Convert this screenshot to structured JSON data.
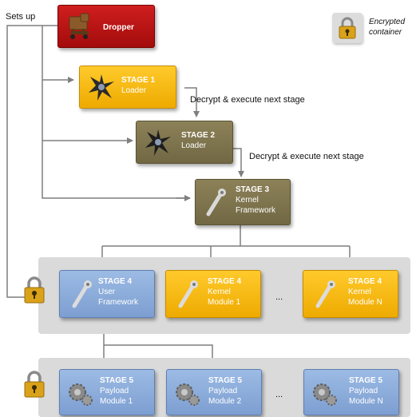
{
  "sets_up": "Sets up",
  "dropper": {
    "title": "Dropper"
  },
  "legend": {
    "line1": "Encrypted",
    "line2": "container",
    "icon": "lock-icon"
  },
  "stage1": {
    "title": "STAGE 1",
    "sub1": "Loader"
  },
  "stage2": {
    "title": "STAGE 2",
    "sub1": "Loader"
  },
  "stage3": {
    "title": "STAGE 3",
    "sub1": "Kernel",
    "sub2": "Framework"
  },
  "decrypt1": "Decrypt & execute next stage",
  "decrypt2": "Decrypt & execute next stage",
  "stage4_user": {
    "title": "STAGE 4",
    "sub1": "User",
    "sub2": "Framework"
  },
  "stage4_mod1": {
    "title": "STAGE 4",
    "sub1": "Kernel",
    "sub2": "Module 1"
  },
  "stage4_modN": {
    "title": "STAGE 4",
    "sub1": "Kernel",
    "sub2": "Module N"
  },
  "ellipsis4": "...",
  "stage5_mod1": {
    "title": "STAGE 5",
    "sub1": "Payload",
    "sub2": "Module 1"
  },
  "stage5_mod2": {
    "title": "STAGE 5",
    "sub1": "Payload",
    "sub2": "Module 2"
  },
  "stage5_modN": {
    "title": "STAGE 5",
    "sub1": "Payload",
    "sub2": "Module N"
  },
  "ellipsis5": "...",
  "colors": {
    "dropper": "#c01515",
    "gold": "#f5b50f",
    "olive": "#7f7550",
    "blue": "#8aabdc",
    "panel": "#dadada",
    "connector": "#7f7f7f"
  }
}
